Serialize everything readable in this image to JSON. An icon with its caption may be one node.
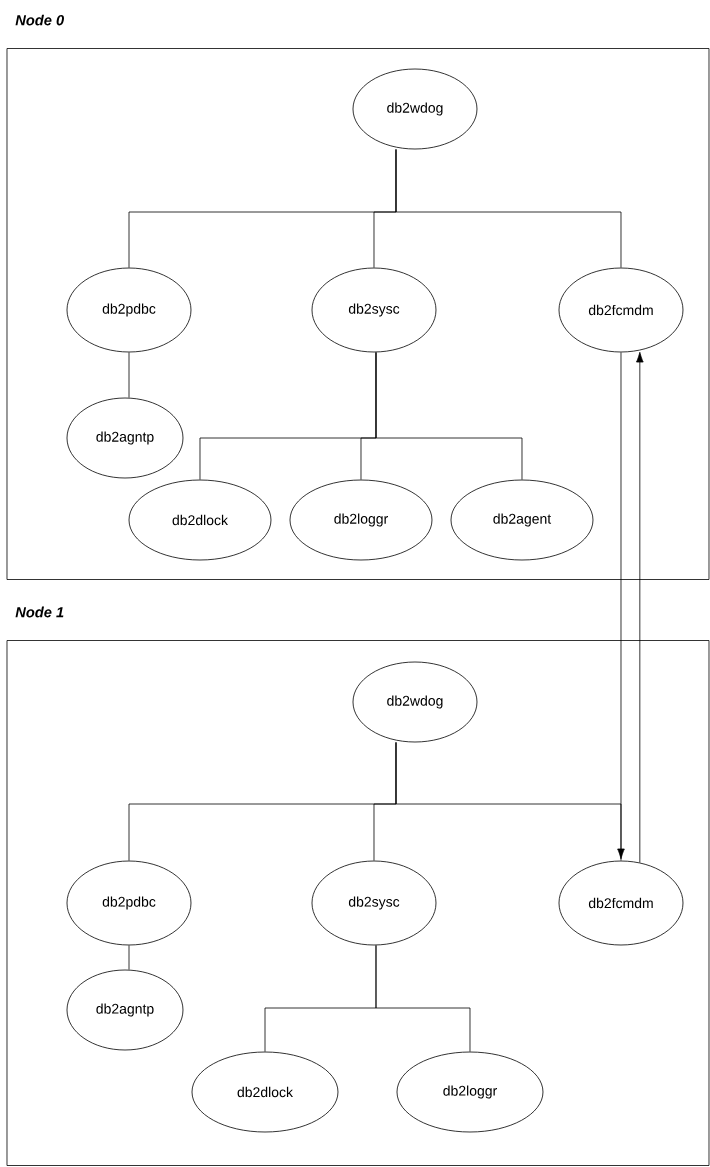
{
  "diagram": {
    "nodes": [
      {
        "text": [
          "Node 0"
        ]
      },
      {
        "text": [
          "db2wdog"
        ],
        "in": 0
      },
      {
        "text": [
          "db2pdbc"
        ],
        "in": 0
      },
      {
        "text": [
          "db2sysc"
        ],
        "in": 0
      },
      {
        "text": [
          "db2fcmdm"
        ],
        "in": 0
      },
      {
        "text": [
          "db2agntp"
        ],
        "in": 0
      },
      {
        "text": [
          "db2dlock"
        ],
        "in": 0
      },
      {
        "text": [
          "db2loggr"
        ],
        "in": 0
      },
      {
        "text": [
          "db2agent"
        ],
        "in": 0
      },
      {
        "text": [
          "Node 1"
        ]
      },
      {
        "text": [
          "db2wdog"
        ],
        "in": 9
      },
      {
        "text": [
          "db2pdbc"
        ],
        "in": 9
      },
      {
        "text": [
          "db2sysc"
        ],
        "in": 9
      },
      {
        "text": [
          "db2fcmdm"
        ],
        "in": 9
      },
      {
        "text": [
          "db2agntp"
        ],
        "in": 9
      },
      {
        "text": [
          "db2dlock"
        ],
        "in": 9
      },
      {
        "text": [
          "db2loggr"
        ],
        "in": 9
      }
    ],
    "edges": [
      {
        "from": 1,
        "to": 2,
        "arrow": "none"
      },
      {
        "from": 1,
        "to": 3,
        "arrow": "none"
      },
      {
        "from": 1,
        "to": 4,
        "arrow": "none"
      },
      {
        "from": 2,
        "to": 5,
        "arrow": "none"
      },
      {
        "from": 3,
        "to": 6,
        "arrow": "none"
      },
      {
        "from": 3,
        "to": 7,
        "arrow": "none"
      },
      {
        "from": 3,
        "to": 8,
        "arrow": "none"
      },
      {
        "from": 10,
        "to": 11,
        "arrow": "none"
      },
      {
        "from": 10,
        "to": 12,
        "arrow": "none"
      },
      {
        "from": 10,
        "to": 13,
        "arrow": "none"
      },
      {
        "from": 11,
        "to": 14,
        "arrow": "none"
      },
      {
        "from": 12,
        "to": 15,
        "arrow": "none"
      },
      {
        "from": 12,
        "to": 16,
        "arrow": "none"
      },
      {
        "from": 4,
        "to": 13,
        "arrow": "to"
      },
      {
        "from": 13,
        "to": 4,
        "arrow": "to"
      }
    ]
  }
}
